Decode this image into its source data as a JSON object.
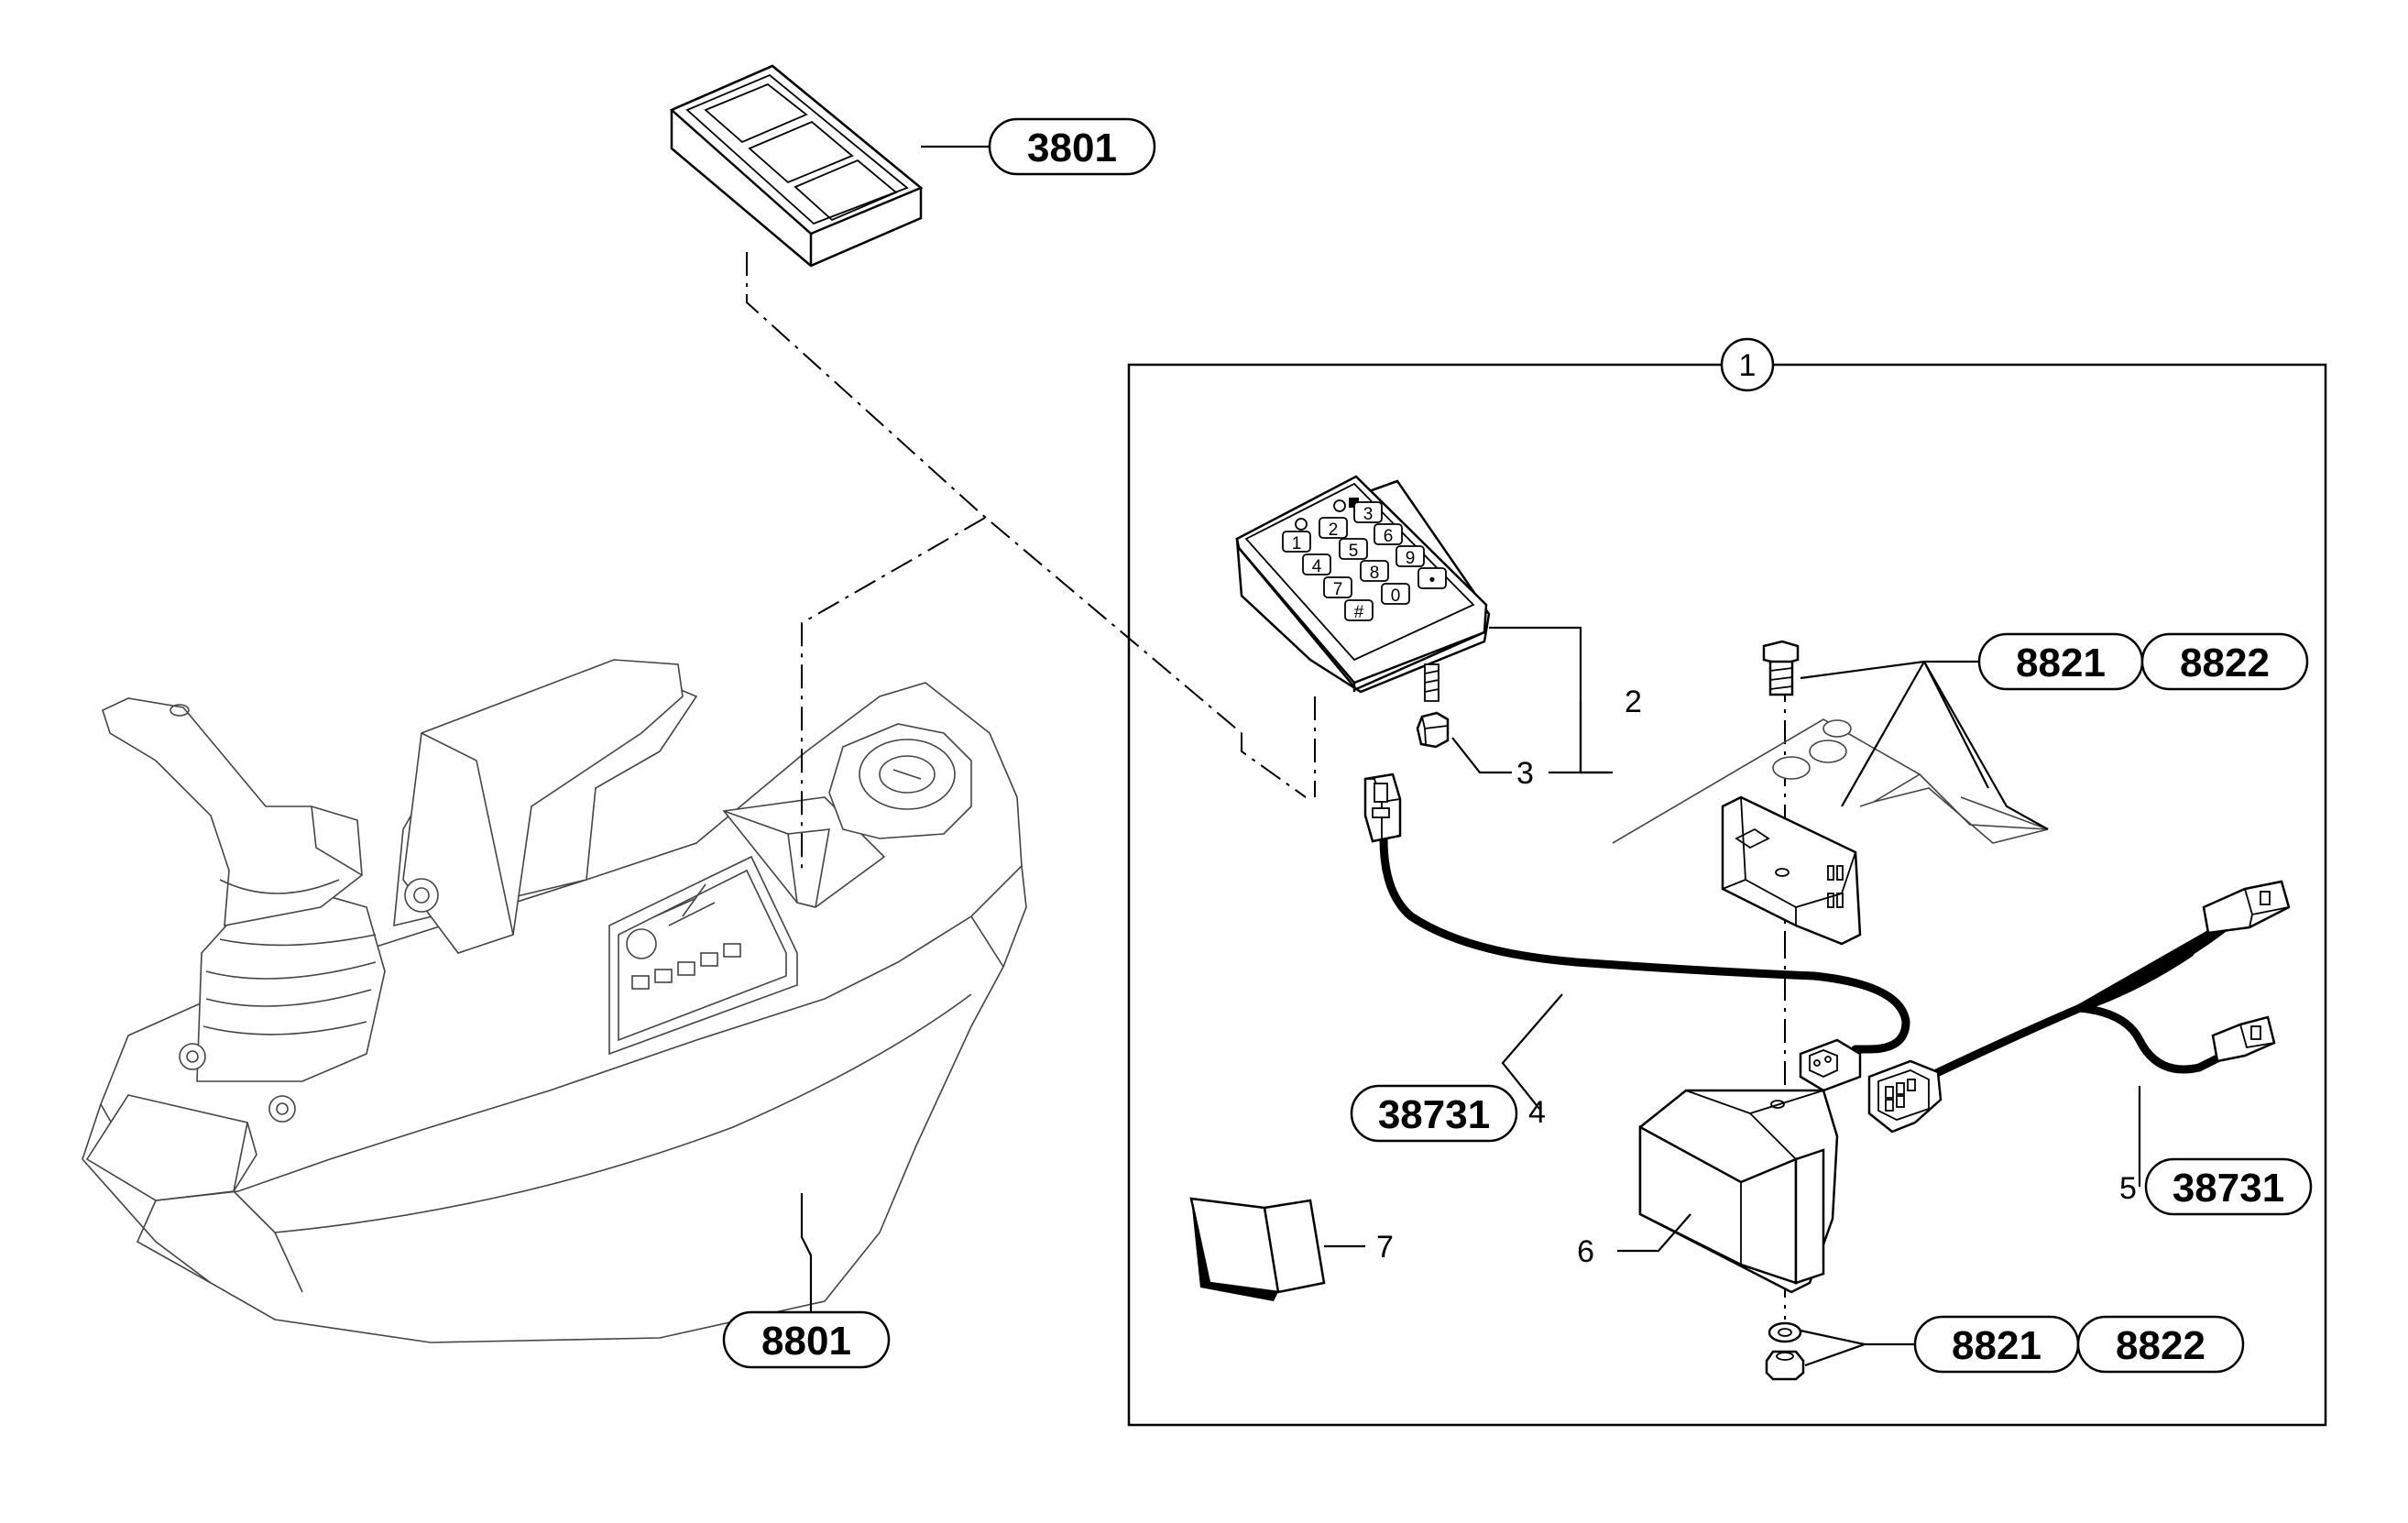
{
  "ref_labels": {
    "r3801": "3801",
    "r8801": "8801",
    "r8821_top": "8821",
    "r8822_top": "8822",
    "r38731_left": "38731",
    "r38731_right": "38731",
    "r8821_bottom": "8821",
    "r8822_bottom": "8822"
  },
  "item_labels": {
    "i1": "1",
    "i2": "2",
    "i3": "3",
    "i4": "4",
    "i5": "5",
    "i6": "6",
    "i7": "7"
  },
  "keypad_keys": [
    "1",
    "2",
    "3",
    "4",
    "5",
    "6",
    "7",
    "8",
    "9",
    "#",
    "0",
    "•"
  ]
}
